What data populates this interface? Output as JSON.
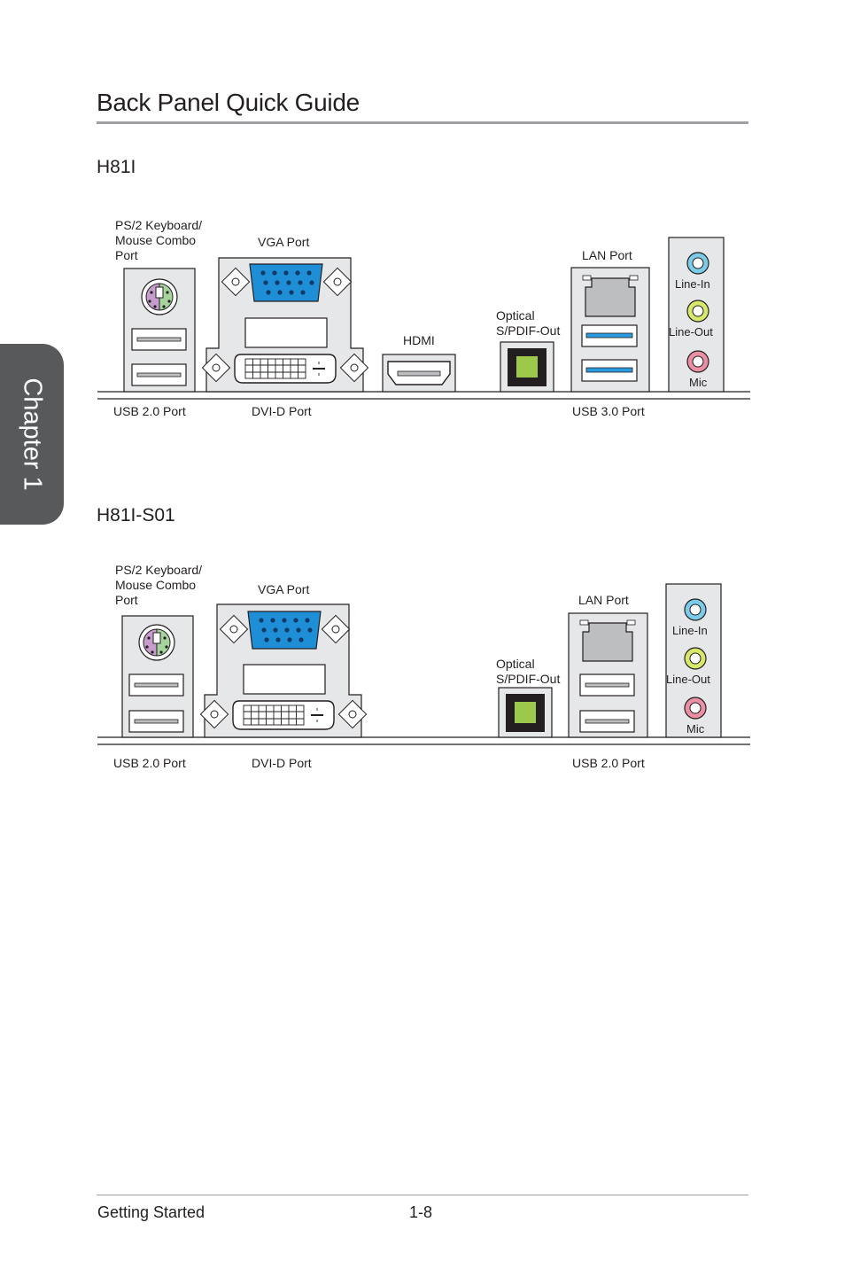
{
  "chapter_tab": "Chapter 1",
  "page_title": "Back Panel Quick Guide",
  "panels": [
    {
      "model": "H81I",
      "labels": {
        "ps2": "PS/2 Keyboard/\nMouse Combo\nPort",
        "vga": "VGA Port",
        "lan": "LAN Port",
        "optical": "Optical\nS/PDIF-Out",
        "hdmi": "HDMI",
        "line_in": "Line-In",
        "line_out": "Line-Out",
        "mic": "Mic",
        "usb_left": "USB 2.0 Port",
        "dvi": "DVI-D Port",
        "usb_right": "USB 3.0 Port"
      }
    },
    {
      "model": "H81I-S01",
      "labels": {
        "ps2": "PS/2 Keyboard/\nMouse Combo\nPort",
        "vga": "VGA Port",
        "lan": "LAN Port",
        "optical": "Optical\nS/PDIF-Out",
        "line_in": "Line-In",
        "line_out": "Line-Out",
        "mic": "Mic",
        "usb_left": "USB 2.0 Port",
        "dvi": "DVI-D Port",
        "usb_right": "USB 2.0 Port"
      }
    }
  ],
  "footer": {
    "section": "Getting Started",
    "page_number": "1-8"
  },
  "colors": {
    "ps2_purple": "#c69ccd",
    "ps2_green": "#a6d49c",
    "vga_blue": "#1e8fd6",
    "usb3_blue": "#2b9be0",
    "optical_green": "#9cc94a",
    "line_in": "#7ccbe8",
    "line_out": "#d8e86a",
    "mic": "#eb8fa4",
    "panel_fill": "#e6e7e8"
  }
}
